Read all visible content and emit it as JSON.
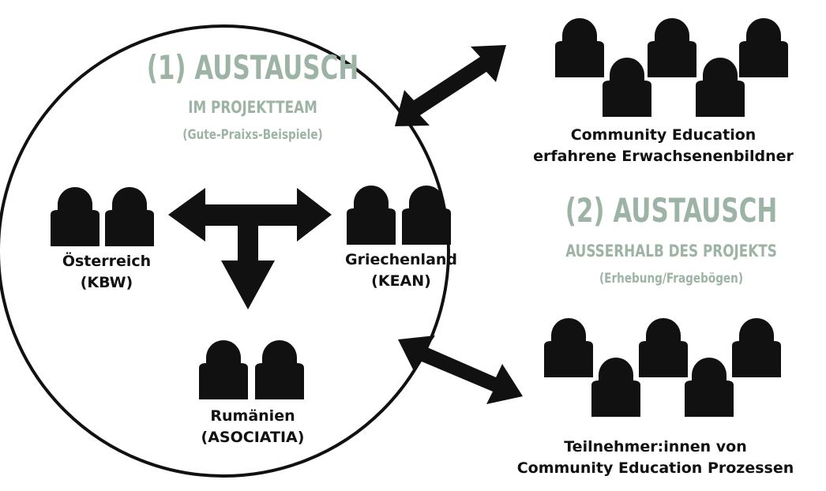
{
  "colors": {
    "accent": "#9cb3a5",
    "ink": "#111111",
    "background": "#ffffff"
  },
  "exchange1": {
    "title": "(1) AUSTAUSCH",
    "subtitle": "IM PROJEKTTEAM",
    "note": "(Gute-Praixs-Beispiele)"
  },
  "exchange2": {
    "title": "(2) AUSTAUSCH",
    "subtitle": "AUSSERHALB DES PROJEKTS",
    "note": "(Erhebung/Fragebögen)"
  },
  "partners": [
    {
      "country": "Österreich",
      "org": "(KBW)"
    },
    {
      "country": "Griechenland",
      "org": "(KEAN)"
    },
    {
      "country": "Rumänien",
      "org": "(ASOCIATIA)"
    }
  ],
  "groups": {
    "educators": {
      "line1": "Community Education",
      "line2": "erfahrene Erwachsenenbildner"
    },
    "participants": {
      "line1": "Teilnehmer:innen von",
      "line2": "Community Education Prozessen"
    }
  },
  "icons": [
    "person-icon",
    "double-arrow-icon",
    "t-arrow-icon"
  ]
}
